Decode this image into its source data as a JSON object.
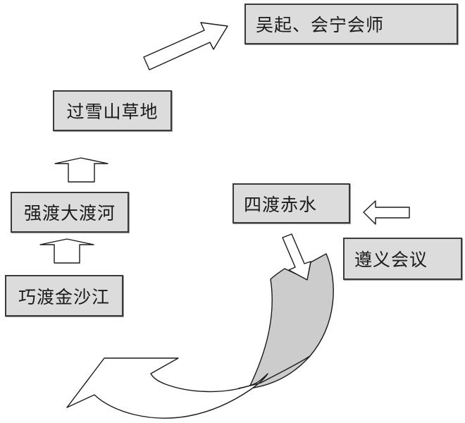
{
  "title": "长征路线示意图",
  "colors": {
    "box_fill": "#dcdcdc",
    "box_border": "#3a3a3a",
    "arrow_fill": "#ffffff",
    "arrow_stroke": "#1a1a1a",
    "curve_shade": "#cccccc"
  },
  "nodes": [
    {
      "id": "zunyi",
      "label": "遵义会议"
    },
    {
      "id": "chishui",
      "label": "四渡赤水"
    },
    {
      "id": "jinsha",
      "label": "巧渡金沙江"
    },
    {
      "id": "dadu",
      "label": "强渡大渡河"
    },
    {
      "id": "xueshan",
      "label": "过雪山草地"
    },
    {
      "id": "huining",
      "label": "吴起、会宁会师"
    }
  ],
  "edges": [
    {
      "from": "遵义会议",
      "to": "四渡赤水",
      "arrow": "left-block-arrow"
    },
    {
      "from": "四渡赤水",
      "to": "巧渡金沙江",
      "arrow": "curved-block-arrow"
    },
    {
      "from": "巧渡金沙江",
      "to": "强渡大渡河",
      "arrow": "up-block-arrow"
    },
    {
      "from": "强渡大渡河",
      "to": "过雪山草地",
      "arrow": "up-block-arrow"
    },
    {
      "from": "过雪山草地",
      "to": "吴起、会宁会师",
      "arrow": "diagonal-block-arrow"
    }
  ]
}
